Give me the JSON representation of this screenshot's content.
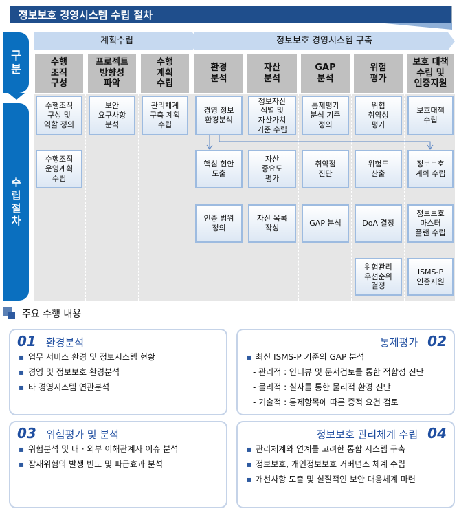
{
  "title": "정보보호 경영시스템 수립 절차",
  "phases": [
    "계획수립",
    "정보보호 경영시스템 구축"
  ],
  "side_labels": {
    "category": "구\n분",
    "procedure": "수\n립\n절\n차"
  },
  "columns": [
    {
      "header": "수행\n조직\n구성",
      "steps": [
        "수행조직\n구성 및\n역할 정의",
        "수행조직\n운영계획\n수립"
      ]
    },
    {
      "header": "프로젝트\n방향성\n파악",
      "steps": [
        "보안\n요구사항\n분석"
      ]
    },
    {
      "header": "수행\n계획\n수립",
      "steps": [
        "관리체계\n구축 계획\n수립"
      ]
    },
    {
      "header": "환경\n분석",
      "steps": [
        "경영 정보\n환경분석",
        "핵심 현안\n도출",
        "인증 범위\n정의"
      ]
    },
    {
      "header": "자산\n분석",
      "steps": [
        "정보자산\n식별 및\n자산가치\n기준 수립",
        "자산\n중요도\n평가",
        "자산 목록\n작성"
      ]
    },
    {
      "header": "GAP\n분석",
      "steps": [
        "통제평가\n분석 기준\n정의",
        "취약점\n진단",
        "GAP 분석"
      ]
    },
    {
      "header": "위험\n평가",
      "steps": [
        "위협\n취약성\n평가",
        "위험도\n산출",
        "DoA 결정",
        "위험관리\n우선순위\n결정"
      ]
    },
    {
      "header": "보호 대책\n수립 및\n인증지원",
      "steps": [
        "보호대책\n수립",
        "정보보호\n계획 수립",
        "정보보호\n마스터\n플랜 수립",
        "ISMS-P\n인증지원"
      ]
    }
  ],
  "summary": {
    "title": "주요 수행 내용",
    "cards": [
      {
        "num": "01",
        "title": "환경분석",
        "items": [
          "업무 서비스 환경 및 정보시스템 현황",
          "경영 및 정보보호 환경분석",
          "타 경영시스템 연관분석"
        ],
        "subs": []
      },
      {
        "num": "02",
        "title": "통제평가",
        "items": [
          "최신 ISMS-P  기준의 GAP 분석"
        ],
        "subs": [
          "- 관리적 : 인터뷰 및 문서검토를 통한 적합성 진단",
          "- 물리적 : 실사를 통한 물리적 환경 진단",
          "- 기술적 : 통제항목에 따른 증적 요건 검토"
        ]
      },
      {
        "num": "03",
        "title": "위험평가 및 분석",
        "items": [
          "위험분석 및 내 · 외부 이해관계자 이슈 분석",
          "잠재위험의 발생 빈도 및 파급효과 분석"
        ],
        "subs": []
      },
      {
        "num": "04",
        "title": "정보보호 관리체계 수립",
        "items": [
          "관리체계와 연계를 고려한 통합 시스템 구축",
          "정보보호, 개인정보보호 거버넌스 체계 수립",
          "개선사항 도출 및 실질적인 보안 대응체계 마련"
        ],
        "subs": []
      }
    ]
  },
  "colors": {
    "title_bg": "#1f4e8c",
    "side": "#0a6fbf",
    "phase": "#c6d9f0",
    "accent": "#1f4ea0"
  }
}
